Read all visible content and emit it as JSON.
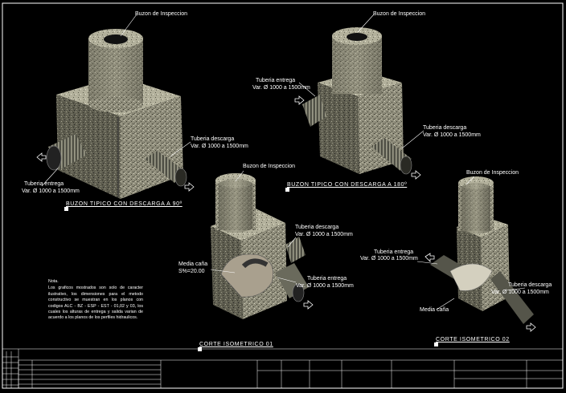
{
  "labels": {
    "buzon_inspeccion": "Buzon de Inspeccion",
    "tuberia_entrega": "Tuberia entrega",
    "tuberia_descarga": "Tuberia descarga",
    "var_diametro": "Var. Ø 1000 a 1500mm",
    "media_cana": "Media caña",
    "pendiente": "S%=20.00"
  },
  "captions": {
    "view_90": "BUZON TIPICO CON DESCARGA A 90º",
    "view_180": "BUZON TIPICO CON DESCARGA A 180º",
    "corte_01": "CORTE ISOMETRICO 01",
    "corte_02": "CORTE ISOMETRICO 02"
  },
  "note": {
    "title": "Nota.",
    "body": "Los graficos mostrados son solo de caracter ilustrativo, los dimensiones para el metodo constructivo se muestran en los planos con codigos ALC - BZ - ESP - EST - 01,02 y 03, los cuales los alturas de entrega y salida varian de acuerdo a los planos de los perfiles hidraulicos."
  },
  "colors": {
    "background": "#000000",
    "line": "#ffffff",
    "concrete_light": "#a6a48f",
    "concrete_dark": "#4a4a3c",
    "pipe": "#5a5a4e"
  }
}
